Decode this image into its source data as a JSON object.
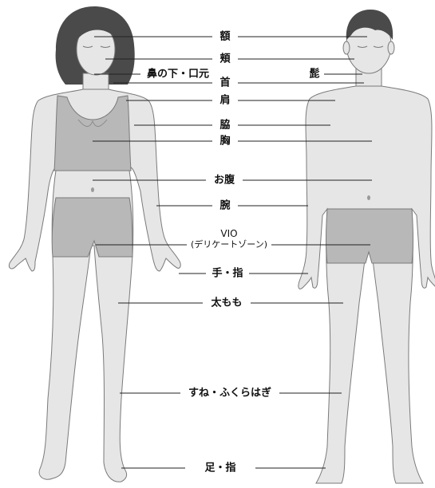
{
  "diagram": {
    "labels": {
      "forehead": "額",
      "cheek": "頬",
      "nose_mouth": "鼻の下・口元",
      "beard": "髭",
      "neck": "首",
      "shoulder": "肩",
      "armpit": "脇",
      "chest": "胸",
      "belly": "お腹",
      "arm": "腕",
      "vio": "VIO",
      "vio_sub": "(デリケートゾーン)",
      "hand": "手・指",
      "thigh": "太もも",
      "shin": "すね・ふくらはぎ",
      "foot": "足・指"
    },
    "colors": {
      "skin": "#e6e6e6",
      "outline": "#7a7a7a",
      "garment": "#b8b8b8",
      "hair": "#4a4a4a",
      "line": "#222222"
    }
  }
}
